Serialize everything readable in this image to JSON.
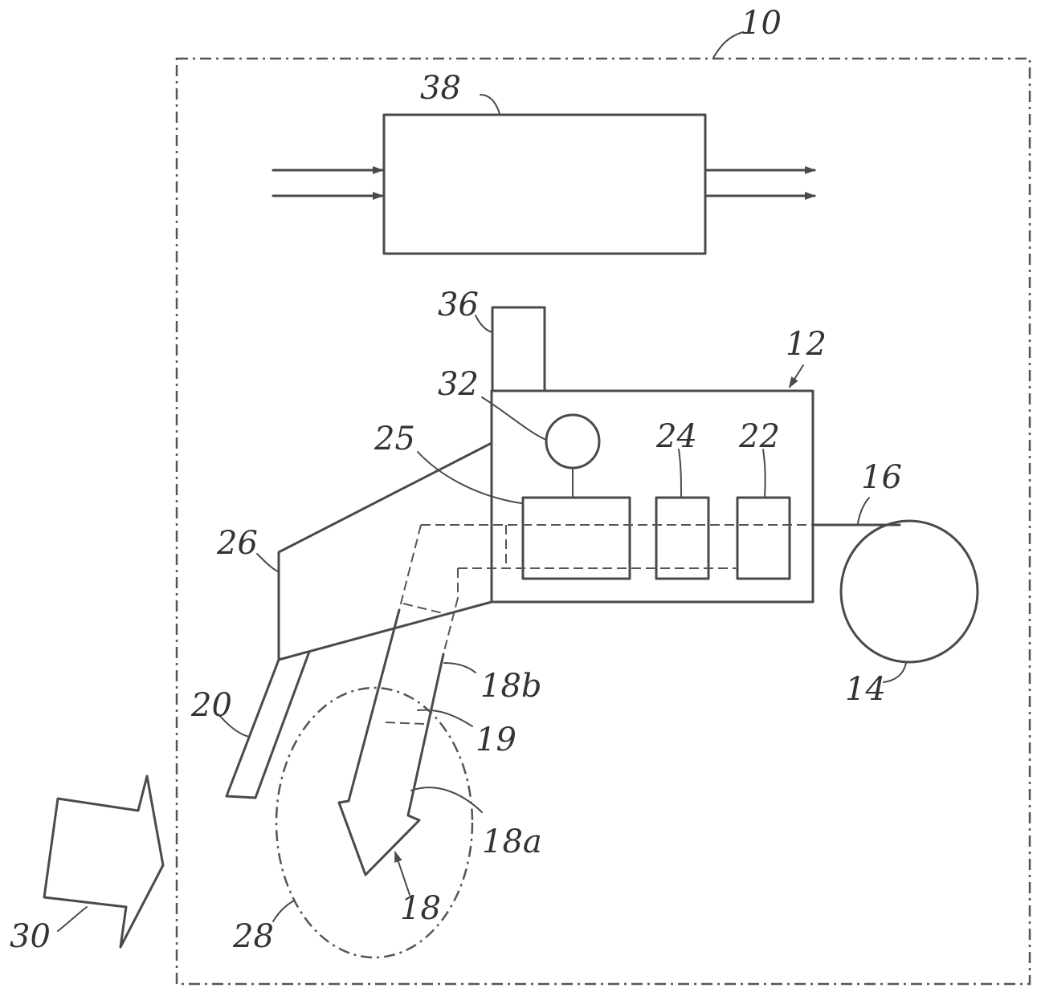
{
  "figure": {
    "labels": {
      "system": "10",
      "controller": "38",
      "machine": "12",
      "exhaust": "36",
      "sensor": "32",
      "unit_25": "25",
      "unit_24": "24",
      "unit_22": "22",
      "drum": "14",
      "belt": "16",
      "frame": "26",
      "linkage": "20",
      "arm": "18",
      "arm_upper": "18b",
      "arm_lower": "18a",
      "pivot": "19",
      "zone": "28",
      "direction": "30"
    }
  }
}
